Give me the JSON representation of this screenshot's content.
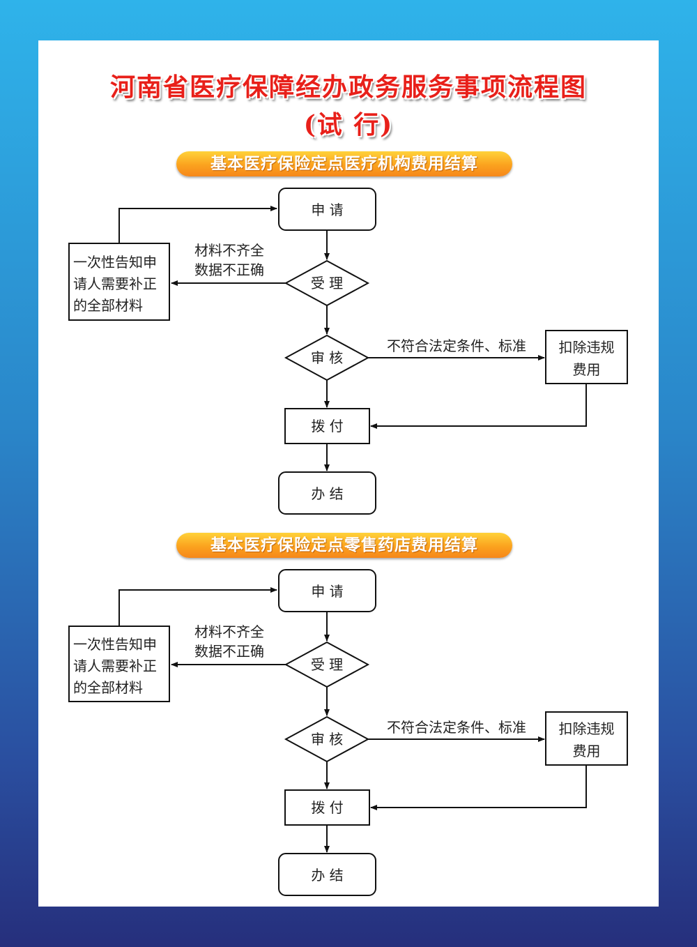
{
  "title": "河南省医疗保障经办政务服务事项流程图",
  "subtitle": "(试 行)",
  "flows": [
    {
      "heading": "基本医疗保险定点医疗机构费用结算",
      "apply": "申 请",
      "accept": "受 理",
      "review": "审 核",
      "pay": "拨 付",
      "finish": "办  结",
      "reject_reason_1": "材料不齐全",
      "reject_reason_2": "数据不正确",
      "notify_line_1": "一次性告知申",
      "notify_line_2": "请人需要补正",
      "notify_line_3": "的全部材料",
      "noncompliant": "不符合法定条件、标准",
      "deduct_line_1": "扣除违规",
      "deduct_line_2": "费用"
    },
    {
      "heading": "基本医疗保险定点零售药店费用结算",
      "apply": "申 请",
      "accept": "受 理",
      "review": "审 核",
      "pay": "拨 付",
      "finish": "办  结",
      "reject_reason_1": "材料不齐全",
      "reject_reason_2": "数据不正确",
      "notify_line_1": "一次性告知申",
      "notify_line_2": "请人需要补正",
      "notify_line_3": "的全部材料",
      "noncompliant": "不符合法定条件、标准",
      "deduct_line_1": "扣除违规",
      "deduct_line_2": "费用"
    }
  ]
}
